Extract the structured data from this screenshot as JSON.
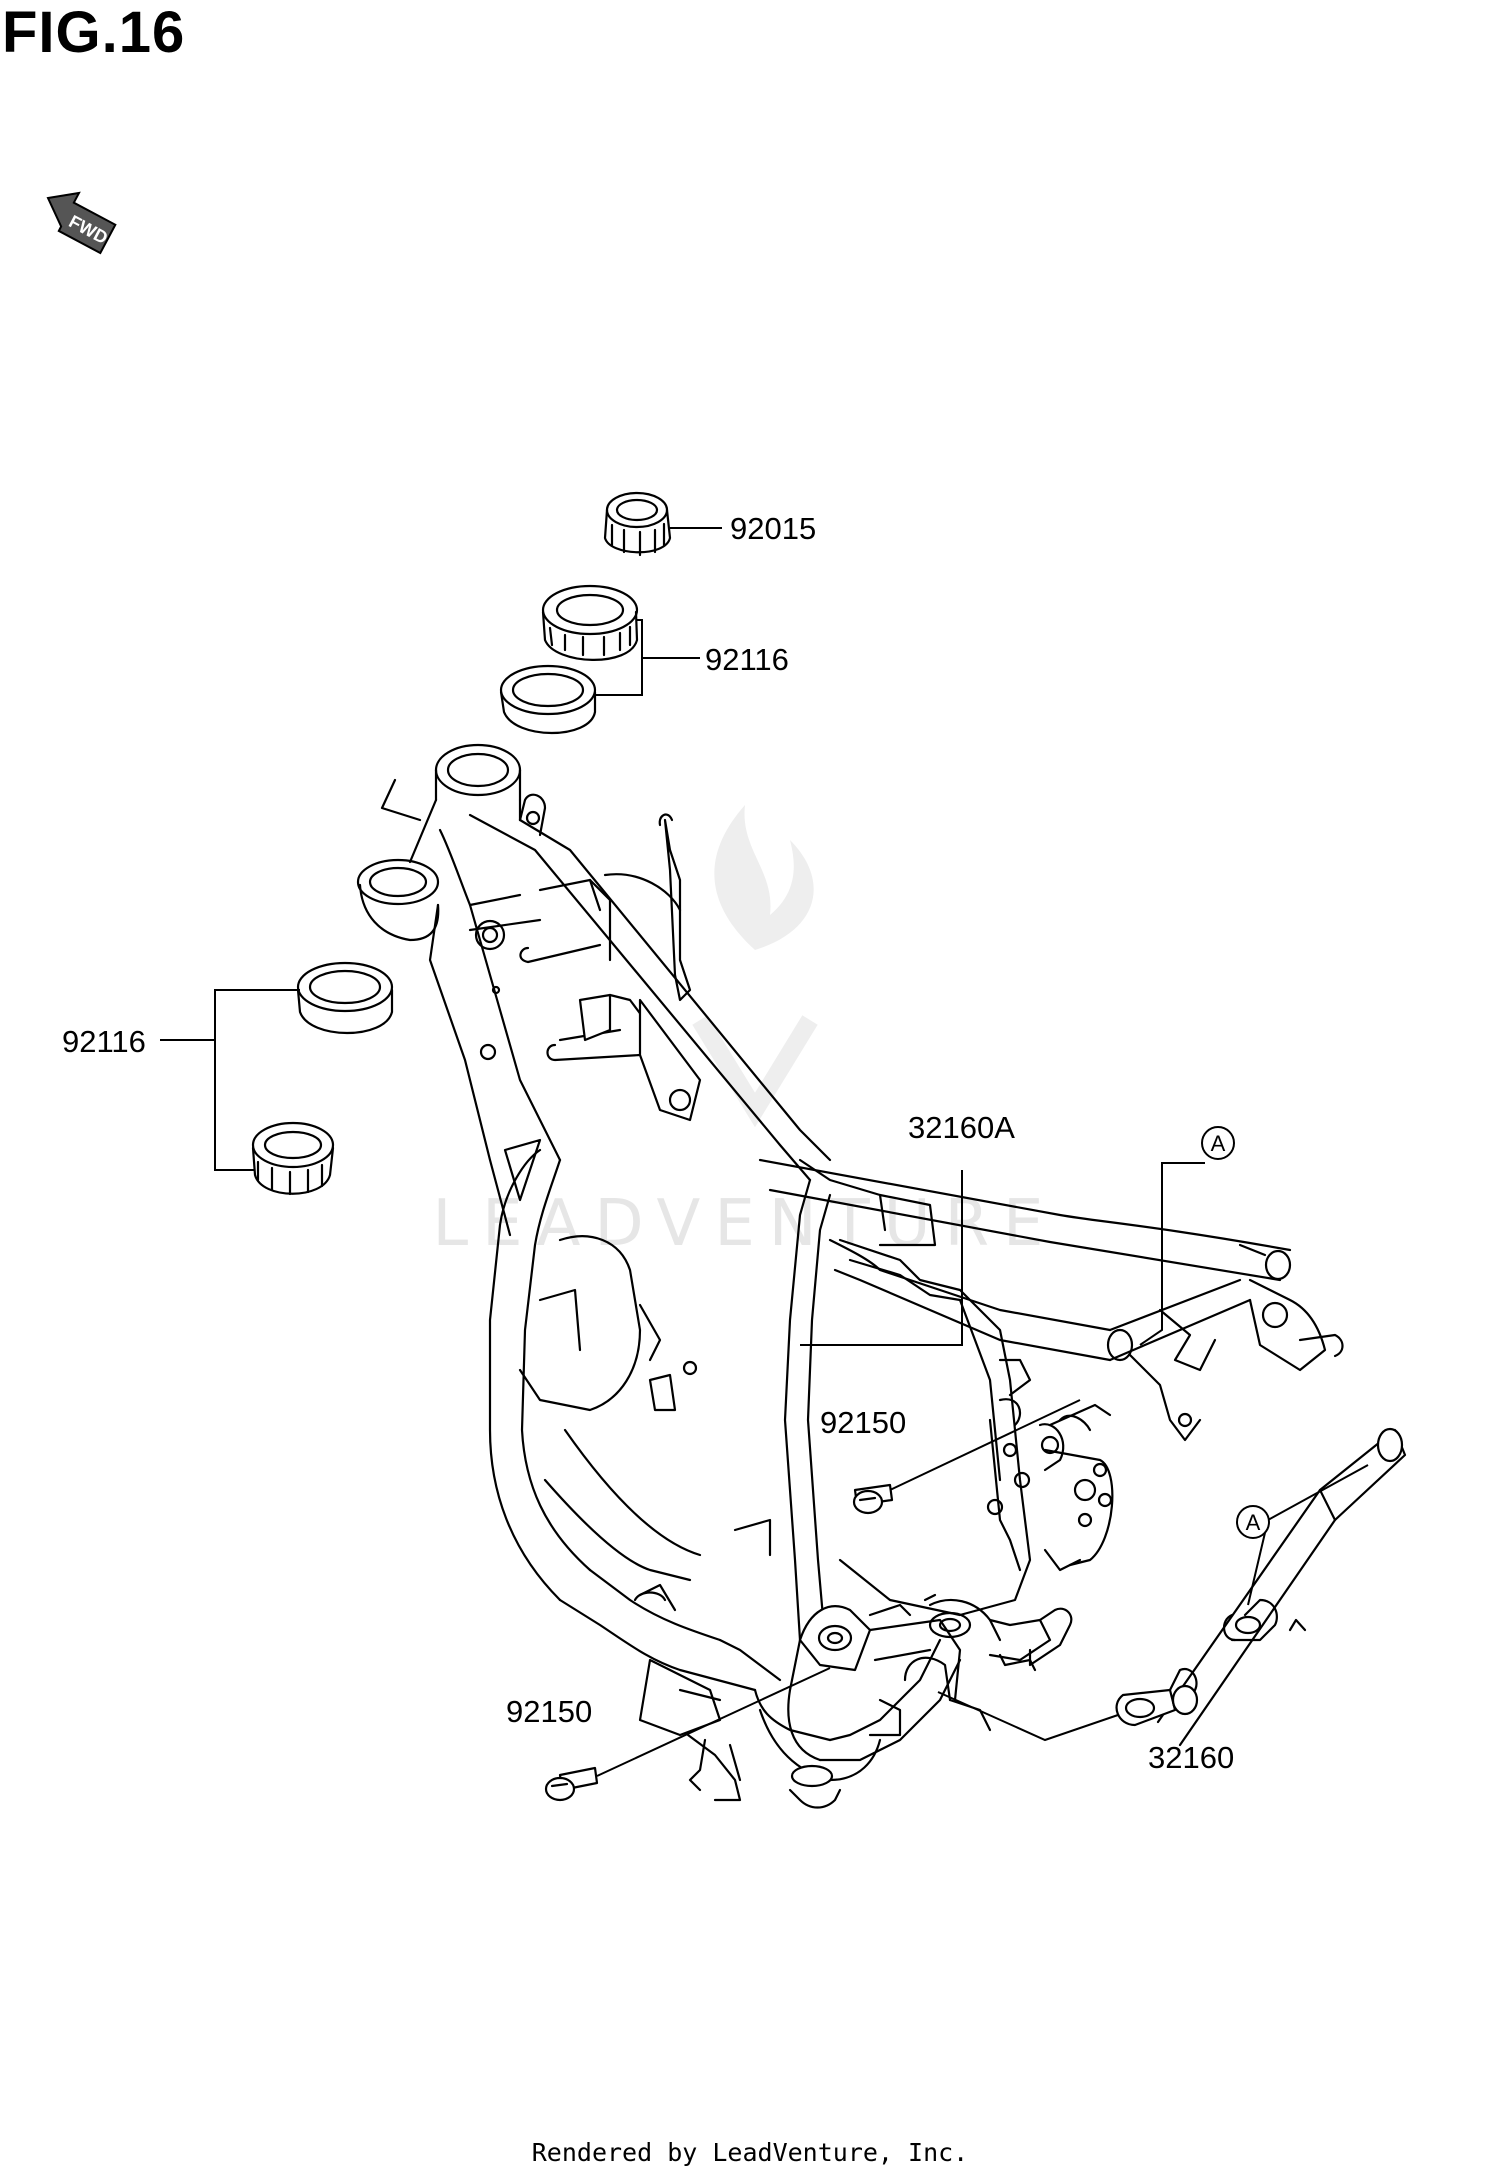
{
  "figure": {
    "title": "FIG.16",
    "direction_badge": "FWD",
    "footer": "Rendered by LeadVenture, Inc.",
    "watermark": "LEADVENTURE"
  },
  "parts": [
    {
      "id": "p1",
      "number": "92015"
    },
    {
      "id": "p2",
      "number": "92116"
    },
    {
      "id": "p3",
      "number": "92116"
    },
    {
      "id": "p4",
      "number": "32160A"
    },
    {
      "id": "p5",
      "number": "92150"
    },
    {
      "id": "p6",
      "number": "92150"
    },
    {
      "id": "p7",
      "number": "32160"
    }
  ],
  "callouts": [
    {
      "id": "c1",
      "letter": "A"
    },
    {
      "id": "c2",
      "letter": "A"
    }
  ],
  "colors": {
    "line": "#000000",
    "background": "#ffffff",
    "watermark": "#e6e6e6"
  }
}
